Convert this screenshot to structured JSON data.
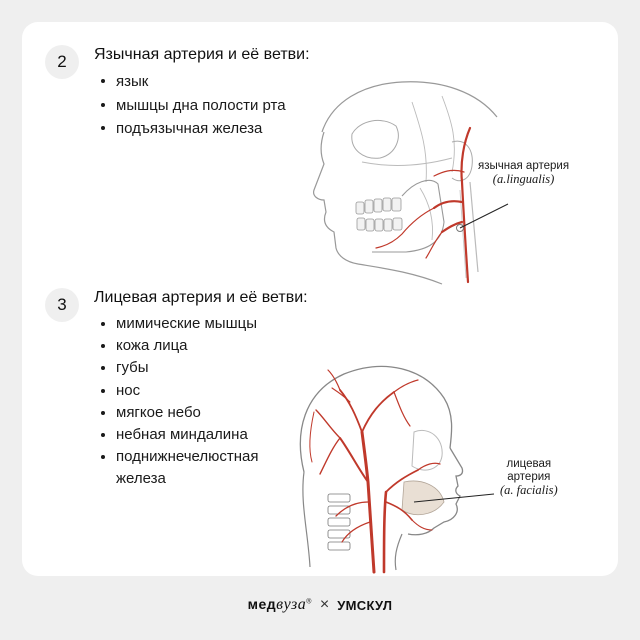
{
  "section2": {
    "number": "2",
    "heading": "Язычная артерия и её ветви:",
    "items": [
      "язык",
      "мышцы дна полости рта",
      "подъязычная железа"
    ],
    "label_line1": "язычная артерия",
    "label_latin": "(a.lingualis)"
  },
  "section3": {
    "number": "3",
    "heading": "Лицевая артерия и её ветви:",
    "items": [
      "мимические мышцы",
      "кожа лица",
      "губы",
      "нос",
      "мягкое небо",
      "небная миндалина",
      "поднижнечелюстная",
      "железа"
    ],
    "label_line1": "лицевая",
    "label_line2": "артерия",
    "label_latin": "(a. facialis)"
  },
  "footer": {
    "brand1_prefix": "мед",
    "brand1_italic": "вуза",
    "brand1_mark": "®",
    "separator": "×",
    "brand2": "УМСКУЛ"
  },
  "colors": {
    "artery": "#c0392b",
    "sketch": "#888888",
    "bone": "#d9d3c9",
    "card": "#ffffff",
    "background": "#efefef"
  }
}
